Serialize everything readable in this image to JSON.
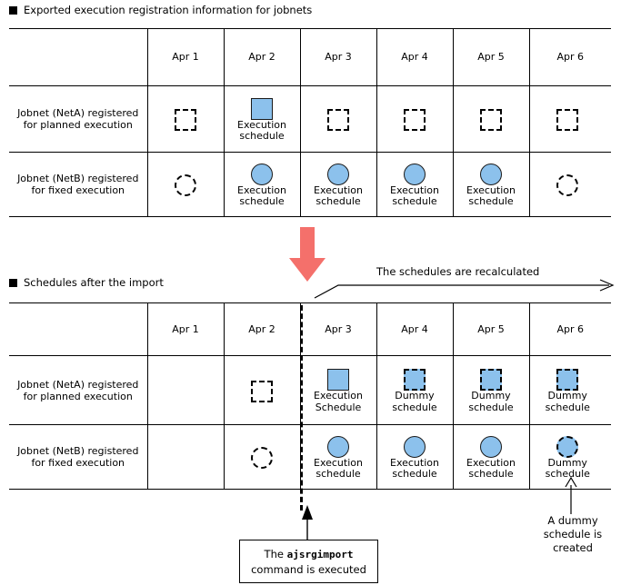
{
  "sections": {
    "top_heading": "Exported execution registration information for jobnets",
    "bottom_heading": "Schedules after the import"
  },
  "columns": [
    "Apr 1",
    "Apr 2",
    "Apr 3",
    "Apr 4",
    "Apr 5",
    "Apr 6"
  ],
  "row_labels": {
    "neta_line1": "Jobnet (NetA) registered",
    "neta_line2": "for planned execution",
    "netb_line1": "Jobnet (NetB) registered",
    "netb_line2": "for fixed execution"
  },
  "captions": {
    "execution_line1": "Execution",
    "execution_line2": "schedule",
    "execution_line2_cap": "Schedule",
    "dummy_line1": "Dummy",
    "dummy_line2": "schedule"
  },
  "table_top": {
    "neta": [
      {
        "shape": "square-dashed-empty",
        "caption": ""
      },
      {
        "shape": "square-solid",
        "caption": "Execution schedule"
      },
      {
        "shape": "square-dashed-empty",
        "caption": ""
      },
      {
        "shape": "square-dashed-empty",
        "caption": ""
      },
      {
        "shape": "square-dashed-empty",
        "caption": ""
      },
      {
        "shape": "square-dashed-empty",
        "caption": ""
      }
    ],
    "netb": [
      {
        "shape": "circle-dashed-empty",
        "caption": ""
      },
      {
        "shape": "circle-solid",
        "caption": "Execution schedule"
      },
      {
        "shape": "circle-solid",
        "caption": "Execution schedule"
      },
      {
        "shape": "circle-solid",
        "caption": "Execution schedule"
      },
      {
        "shape": "circle-solid",
        "caption": "Execution schedule"
      },
      {
        "shape": "circle-dashed-empty",
        "caption": ""
      }
    ]
  },
  "table_bottom": {
    "neta": [
      {
        "shape": "none",
        "caption": ""
      },
      {
        "shape": "square-dashed-empty",
        "caption": ""
      },
      {
        "shape": "square-solid",
        "caption": "Execution Schedule"
      },
      {
        "shape": "square-dashed-filled",
        "caption": "Dummy schedule"
      },
      {
        "shape": "square-dashed-filled",
        "caption": "Dummy schedule"
      },
      {
        "shape": "square-dashed-filled",
        "caption": "Dummy schedule"
      }
    ],
    "netb": [
      {
        "shape": "none",
        "caption": ""
      },
      {
        "shape": "circle-dashed-empty",
        "caption": ""
      },
      {
        "shape": "circle-solid",
        "caption": "Execution schedule"
      },
      {
        "shape": "circle-solid",
        "caption": "Execution schedule"
      },
      {
        "shape": "circle-solid",
        "caption": "Execution schedule"
      },
      {
        "shape": "circle-dashed-filled",
        "caption": "Dummy schedule"
      }
    ]
  },
  "annotations": {
    "recalculated": "The schedules are recalculated",
    "command_box_line1_prefix": "The ",
    "command_box_command": "ajsrgimport",
    "command_box_line2": "command is executed",
    "dummy_note_line1": "A dummy",
    "dummy_note_line2": "schedule is",
    "dummy_note_line3": "created"
  },
  "colors": {
    "schedule_fill": "#8CC1EC",
    "arrow_red": "#F4706B",
    "line": "#000000"
  }
}
